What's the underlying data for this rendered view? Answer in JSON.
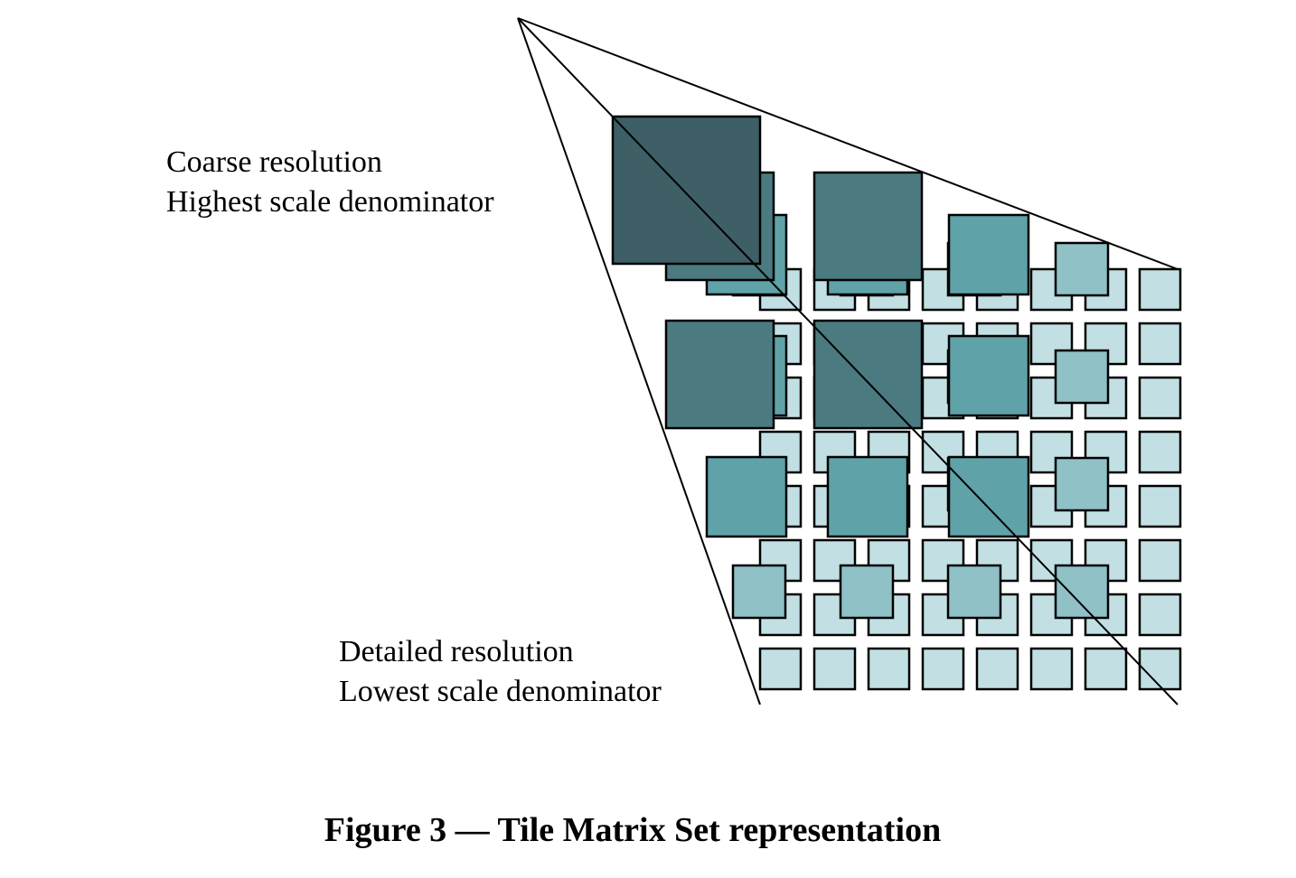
{
  "labels": {
    "coarse_line1": "Coarse resolution",
    "coarse_line2": "Highest scale denominator",
    "detailed_line1": "Detailed resolution",
    "detailed_line2": "Lowest scale denominator"
  },
  "caption": "Figure 3 — Tile Matrix Set representation",
  "colors": {
    "level_0": "#3d5f65",
    "level_1": "#4b7b80",
    "level_2": "#5fa2a8",
    "level_3": "#8fc1c7",
    "level_4": "#c2e0e3",
    "stroke": "#000000"
  },
  "tile_matrices": [
    {
      "level": 0,
      "matrix_width": 1,
      "matrix_height": 1
    },
    {
      "level": 1,
      "matrix_width": 2,
      "matrix_height": 2
    },
    {
      "level": 2,
      "matrix_width": 3,
      "matrix_height": 3
    },
    {
      "level": 3,
      "matrix_width": 4,
      "matrix_height": 4
    },
    {
      "level": 4,
      "matrix_width": 8,
      "matrix_height": 8
    }
  ]
}
